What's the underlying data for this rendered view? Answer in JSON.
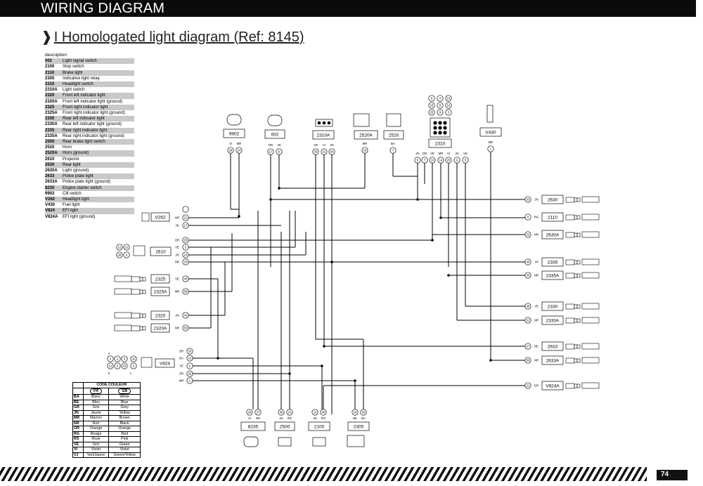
{
  "header": {
    "title": "WIRING DIAGRAM"
  },
  "subtitle": {
    "mark": "❱",
    "text": "I Homologated light diagram (Ref: 8145)"
  },
  "description": {
    "heading": "description",
    "items": [
      {
        "code": "002",
        "label": "Light signal switch"
      },
      {
        "code": "2100",
        "label": "Stop switch"
      },
      {
        "code": "2110",
        "label": "Brake light"
      },
      {
        "code": "2305",
        "label": "Indicative light relay"
      },
      {
        "code": "2310",
        "label": "Headlight switch"
      },
      {
        "code": "2310A",
        "label": "Light switch"
      },
      {
        "code": "2320",
        "label": "Front left indicator light"
      },
      {
        "code": "2320A",
        "label": "Front left indicator light (ground)"
      },
      {
        "code": "2325",
        "label": "Front right indicator light"
      },
      {
        "code": "2325A",
        "label": "Front right indicator light (ground)"
      },
      {
        "code": "2330",
        "label": "Rear left indicator light"
      },
      {
        "code": "2330A",
        "label": "Rear left indicator light (ground)"
      },
      {
        "code": "2335",
        "label": "Rear right indicator light"
      },
      {
        "code": "2335A",
        "label": "Rear right indicator light (ground)"
      },
      {
        "code": "2500",
        "label": "Rear brake light switch"
      },
      {
        "code": "2520",
        "label": "Horn"
      },
      {
        "code": "2520A",
        "label": "Horn (ground)"
      },
      {
        "code": "2610",
        "label": "Projector"
      },
      {
        "code": "2630",
        "label": "Rear light"
      },
      {
        "code": "2630A",
        "label": "Light (ground)"
      },
      {
        "code": "2633",
        "label": "Police plate light"
      },
      {
        "code": "2633A",
        "label": "Police plate light (ground)"
      },
      {
        "code": "8235",
        "label": "Engine starter switch"
      },
      {
        "code": "9902",
        "label": "Cill switch"
      },
      {
        "code": "V262",
        "label": "Headlight light"
      },
      {
        "code": "V430",
        "label": "Fuel light"
      },
      {
        "code": "V824",
        "label": "EFI light"
      },
      {
        "code": "V824A",
        "label": "EFI light (ground)"
      }
    ]
  },
  "color_code": {
    "title": "CODE COULEUR",
    "headers": [
      "FR",
      "GB"
    ],
    "rows": [
      [
        "BA",
        "Blanc",
        "White"
      ],
      [
        "BE",
        "Bleu",
        "Blue"
      ],
      [
        "GR",
        "Gris",
        "Grey"
      ],
      [
        "JN",
        "Jaune",
        "Yellow"
      ],
      [
        "MR",
        "Marron",
        "Brown"
      ],
      [
        "NR",
        "Noir",
        "Black"
      ],
      [
        "OR",
        "Orange",
        "Orange"
      ],
      [
        "RG",
        "Rouge",
        "Red"
      ],
      [
        "RS",
        "Rose",
        "Pink"
      ],
      [
        "VE",
        "Vert",
        "Green"
      ],
      [
        "VI",
        "Violet",
        "Violet"
      ],
      [
        "VJ",
        "Vert/Jaune",
        "Green/Yellow"
      ]
    ]
  },
  "diagram": {
    "top_components": [
      {
        "label": "9902",
        "wires": [
          "VI",
          "MR"
        ],
        "pins": [
          "28",
          "24"
        ]
      },
      {
        "label": "002",
        "wires": [
          "NR",
          "JN"
        ],
        "pins": [
          "17",
          "6"
        ]
      },
      {
        "label": "2310A",
        "wires": [
          "VE",
          "VI",
          "JN"
        ],
        "pins": [
          "30",
          "31",
          "64"
        ]
      },
      {
        "label": "2520A",
        "wires": [
          "MR"
        ],
        "pins": [
          "18"
        ]
      },
      {
        "label": "2520",
        "wires": [
          "BA"
        ],
        "pins": [
          "7"
        ]
      },
      {
        "label": "2310",
        "wires": [
          "JN",
          "OR",
          "VE",
          "MR",
          "VI",
          "JN",
          "VE"
        ],
        "pins": [
          "8",
          "7",
          "10",
          "14",
          "25",
          "6",
          "5"
        ],
        "connector_pins": [
          "9",
          "4",
          "13",
          "15",
          "8",
          "14",
          "25",
          "9",
          "5"
        ]
      },
      {
        "label": "V430",
        "wires": [
          "MR"
        ],
        "pins": [
          "1"
        ]
      }
    ],
    "left_components": [
      {
        "label": "V262",
        "wires": [
          "NR",
          "JN"
        ],
        "pins": [
          "21",
          "17"
        ]
      },
      {
        "label": "2610",
        "wires": [
          "OR",
          "VE",
          "JN",
          "NR"
        ],
        "pins": [
          "25",
          "5",
          "15",
          "23"
        ],
        "connector_pins": [
          "21",
          "12",
          "28",
          "9"
        ]
      },
      {
        "label": "2325",
        "wires": [
          "VE"
        ],
        "pins": [
          "45"
        ]
      },
      {
        "label": "2325A",
        "wires": [
          "MR"
        ],
        "pins": [
          "55"
        ]
      },
      {
        "label": "2320",
        "wires": [
          "JN"
        ],
        "pins": [
          "42"
        ]
      },
      {
        "label": "2320A",
        "wires": [
          "NR"
        ],
        "pins": [
          "55"
        ]
      },
      {
        "label": "V824",
        "wires": [
          "OR",
          "BA",
          "VE",
          "OR",
          "MR"
        ],
        "pins": [
          "33",
          "12",
          "2",
          "25",
          "1"
        ],
        "connector_pins": [
          "4",
          "2",
          "3",
          "33",
          "11",
          "6",
          "25",
          "5",
          "4",
          "6",
          "1"
        ]
      }
    ],
    "right_components": [
      {
        "label": "2630",
        "wire": "JN",
        "pin": "33"
      },
      {
        "label": "2110",
        "wire": "RG",
        "pin": "4"
      },
      {
        "label": "2630A",
        "wire": "NR",
        "pin": "22"
      },
      {
        "label": "2335",
        "wire": "JN",
        "pin": "46"
      },
      {
        "label": "2335A",
        "wire": "NR",
        "pin": "33"
      },
      {
        "label": "2330",
        "wire": "VE",
        "pin": "38"
      },
      {
        "label": "2330A",
        "wire": "NR",
        "pin": "32"
      },
      {
        "label": "2633",
        "wire": "BE",
        "pin": "27"
      },
      {
        "label": "2633A",
        "wire": "NR",
        "pin": "58"
      },
      {
        "label": "V824A",
        "wire": "GR",
        "pin": "21"
      }
    ],
    "bottom_components": [
      {
        "label": "8235",
        "wires": [
          "VI",
          "NR"
        ],
        "pins": [
          "26",
          "27"
        ]
      },
      {
        "label": "2500",
        "wires": [
          "JN",
          "RG"
        ],
        "pins": [
          "36",
          "15"
        ]
      },
      {
        "label": "2100",
        "wires": [
          "JN",
          "RG"
        ],
        "pins": [
          "13",
          "40"
        ]
      },
      {
        "label": "2305",
        "wires": [
          "BE",
          "BA"
        ],
        "pins": [
          "16",
          "36"
        ]
      }
    ]
  },
  "footer": {
    "page": "74"
  }
}
